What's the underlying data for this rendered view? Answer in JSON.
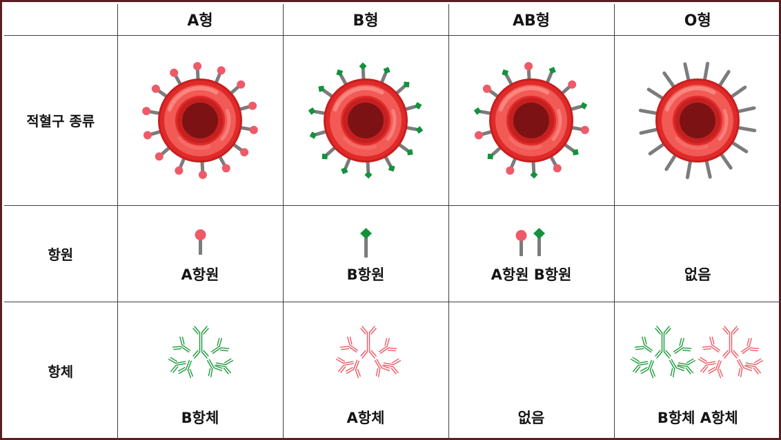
{
  "header": {
    "corner": "",
    "col_a": "A형",
    "col_b": "B형",
    "col_ab": "AB형",
    "col_o": "O형"
  },
  "rows": {
    "rbc": "적혈구 종류",
    "antigen": "항원",
    "antibody": "항체"
  },
  "antigens": {
    "a": "A항원",
    "b": "B항원",
    "ab": "A항원 B항원",
    "o": "없음"
  },
  "antibodies": {
    "a": "B항체",
    "b": "A항체",
    "ab": "없음",
    "o": "B항체 A항체"
  },
  "colors": {
    "border": "#5a1e22",
    "cell_outer": "#e02a2a",
    "cell_ring": "#f15a55",
    "cell_core": "#7d1214",
    "antigen_a": "#ee5a67",
    "antigen_b": "#12923d",
    "stalk": "#7c7c7c",
    "antibody_green": "#1a9a3a",
    "antibody_pink": "#ef5763"
  }
}
